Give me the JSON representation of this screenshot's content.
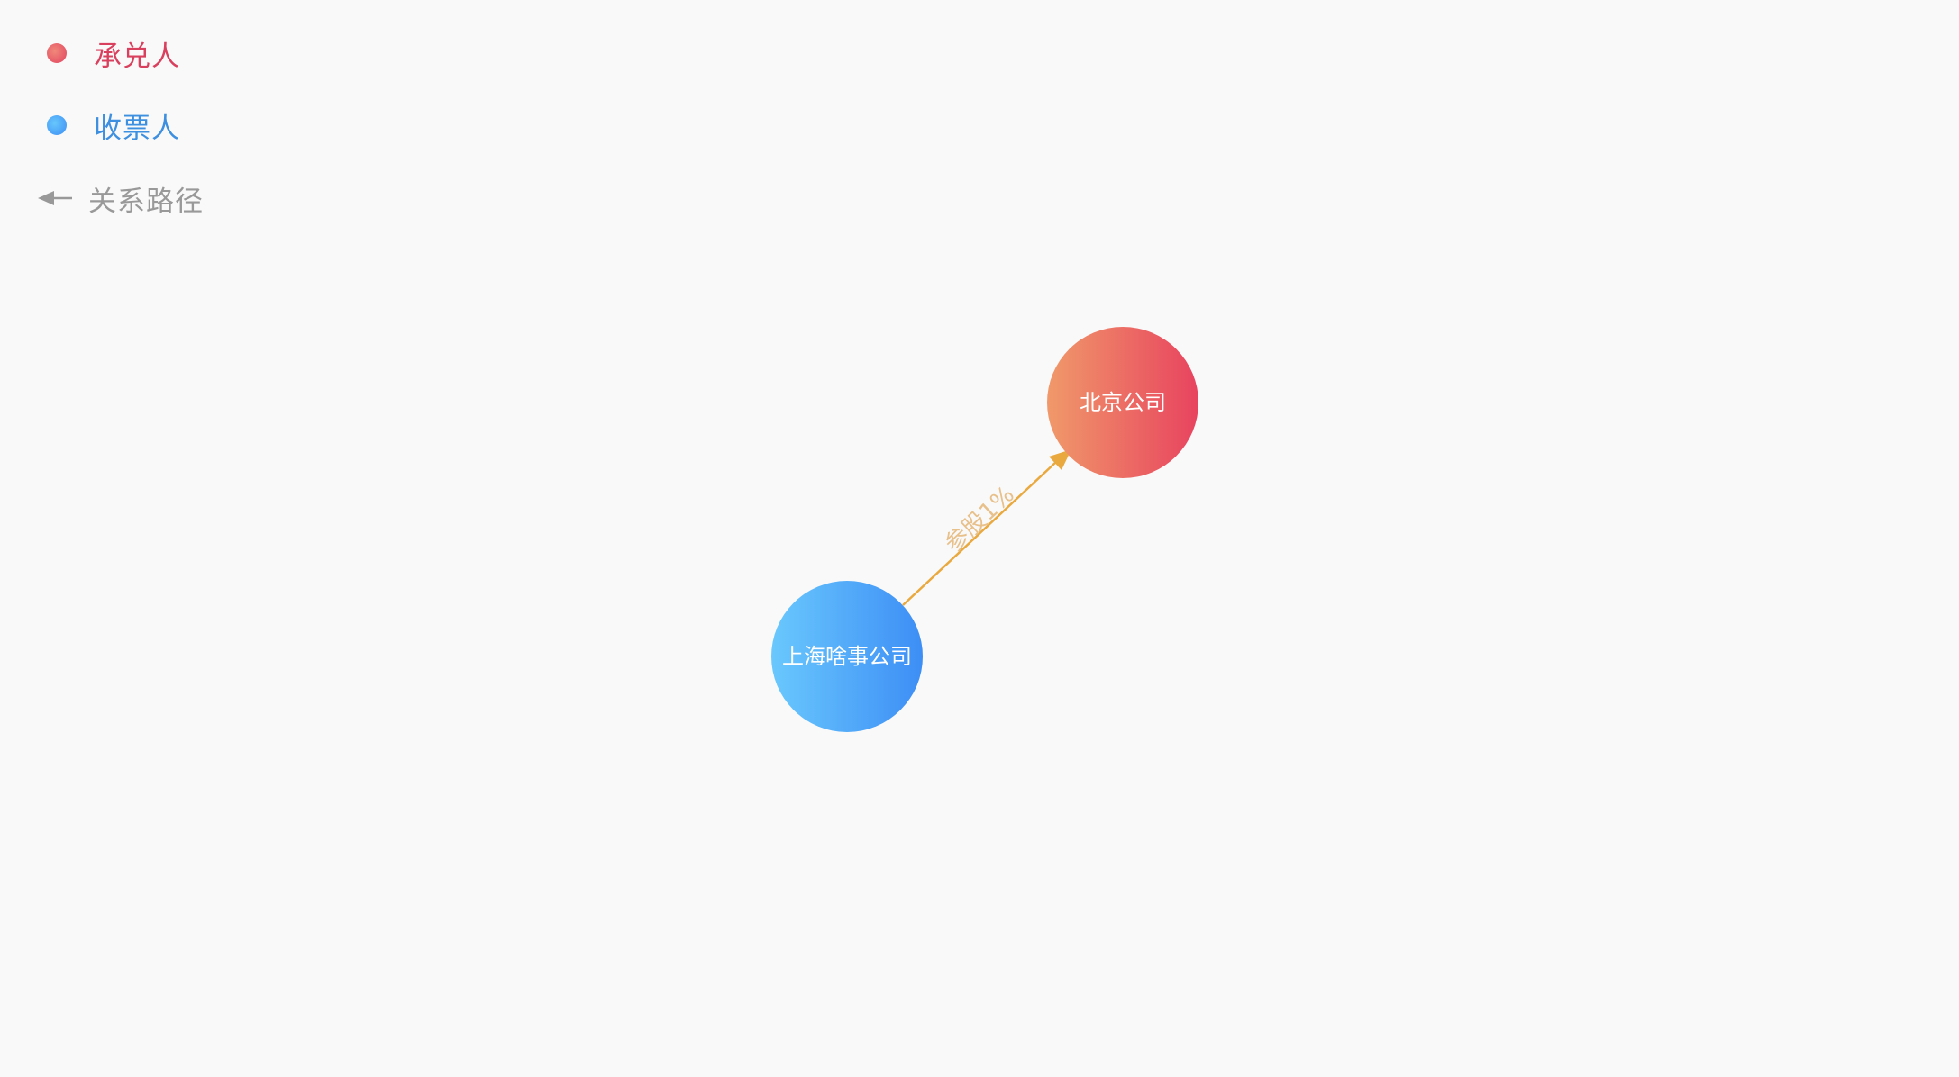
{
  "legend": {
    "acceptor": {
      "label": "承兑人",
      "color": "#e2435f"
    },
    "payee": {
      "label": "收票人",
      "color": "#3d8fe0"
    },
    "path": {
      "label": "关系路径",
      "color": "#999999"
    }
  },
  "colors": {
    "acceptor_gradient": [
      "#f0996a",
      "#e8435f"
    ],
    "payee_gradient": [
      "#6ac8fd",
      "#3d8ef5"
    ],
    "edge": "#e9a93f",
    "edge_label": "#e8c08a"
  },
  "nodes": [
    {
      "id": "beijing",
      "label": "北京公司",
      "type": "acceptor"
    },
    {
      "id": "shanghai",
      "label": "上海啥事公司",
      "type": "payee"
    }
  ],
  "edges": [
    {
      "from": "shanghai",
      "to": "beijing",
      "label": "参股1%"
    }
  ]
}
